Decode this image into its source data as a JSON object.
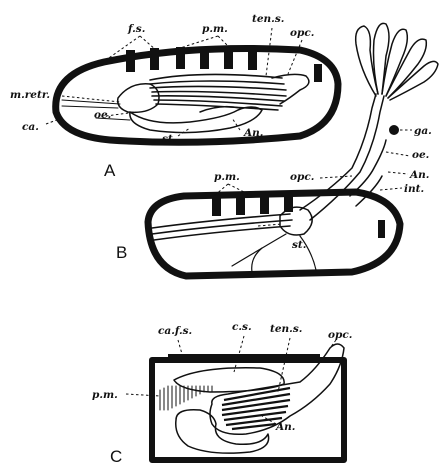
{
  "panels": {
    "a": {
      "letter": "A",
      "labels": {
        "fs": "f.s.",
        "pm": "p.m.",
        "tens": "ten.s.",
        "opc": "opc.",
        "mretr": "m.retr.",
        "oe": "oe.",
        "ca": "ca.",
        "st": "st.",
        "an": "An."
      }
    },
    "b": {
      "letter": "B",
      "labels": {
        "ga": "ga.",
        "oe": "oe.",
        "an": "An.",
        "int": "int.",
        "pm": "p.m.",
        "opc": "opc.",
        "st": "st."
      }
    },
    "c": {
      "letter": "C",
      "labels": {
        "cafs": "ca.f.s.",
        "cs": "c.s.",
        "tens": "ten.s.",
        "opc": "opc.",
        "pm": "p.m.",
        "an": "An."
      }
    }
  }
}
